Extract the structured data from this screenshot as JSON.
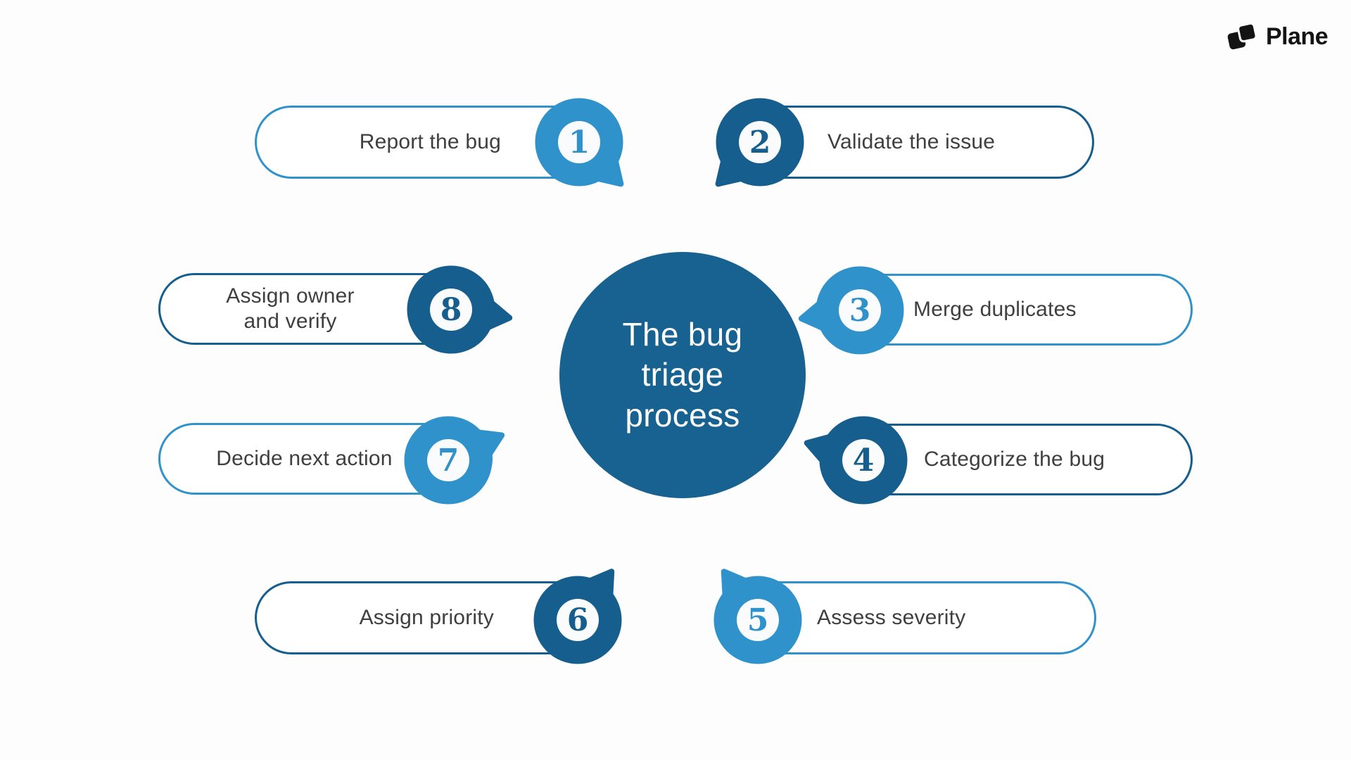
{
  "page": {
    "background": "#FDFDFD"
  },
  "logo": {
    "label": "Plane"
  },
  "center": {
    "text": "The bug\ntriage\nprocess"
  },
  "colors": {
    "light_blue": "#2F92CB",
    "dark_blue": "#155E8D",
    "center_circle_blue": "#176290",
    "label_text": "#3F3F3F",
    "logo_text": "#141414",
    "background": "#FDFDFD"
  },
  "steps": [
    {
      "num": "1",
      "label": "Report the bug",
      "color": "light-blue"
    },
    {
      "num": "2",
      "label": "Validate the issue",
      "color": "dark-blue"
    },
    {
      "num": "3",
      "label": "Merge duplicates",
      "color": "light-blue"
    },
    {
      "num": "4",
      "label": "Categorize the bug",
      "color": "dark-blue"
    },
    {
      "num": "5",
      "label": "Assess severity",
      "color": "light-blue"
    },
    {
      "num": "6",
      "label": "Assign priority",
      "color": "dark-blue"
    },
    {
      "num": "7",
      "label": "Decide next action",
      "color": "light-blue"
    },
    {
      "num": "8",
      "label": "Assign owner\nand verify",
      "color": "dark-blue"
    }
  ]
}
